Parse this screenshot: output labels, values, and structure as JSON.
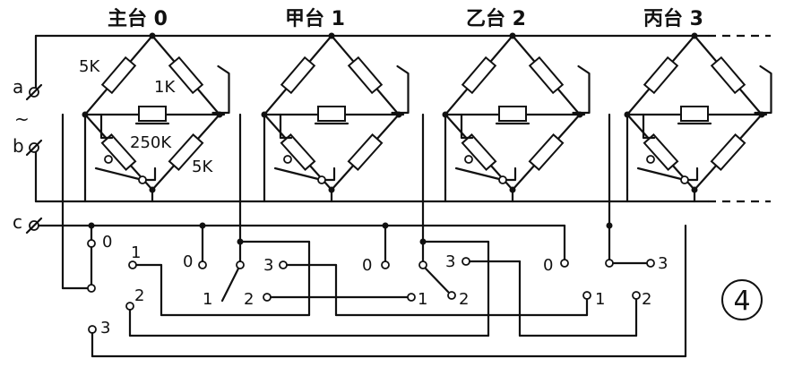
{
  "stations": [
    {
      "title": "主台 0"
    },
    {
      "title": "甲台 1"
    },
    {
      "title": "乙台 2"
    },
    {
      "title": "丙台 3"
    }
  ],
  "terminals": {
    "a": "a",
    "b": "b",
    "c": "c",
    "ac": "~"
  },
  "values": {
    "r1": "5K",
    "r2": "1K",
    "r3": "250K",
    "r4": "5K"
  },
  "switches": {
    "main": [
      "0",
      "1",
      "2",
      "3"
    ],
    "jia": [
      "0",
      "1",
      "2",
      "3"
    ],
    "yi": [
      "0",
      "1",
      "2",
      "3"
    ],
    "bing": [
      "0",
      "1",
      "2",
      "3"
    ]
  },
  "figure_number": "4"
}
